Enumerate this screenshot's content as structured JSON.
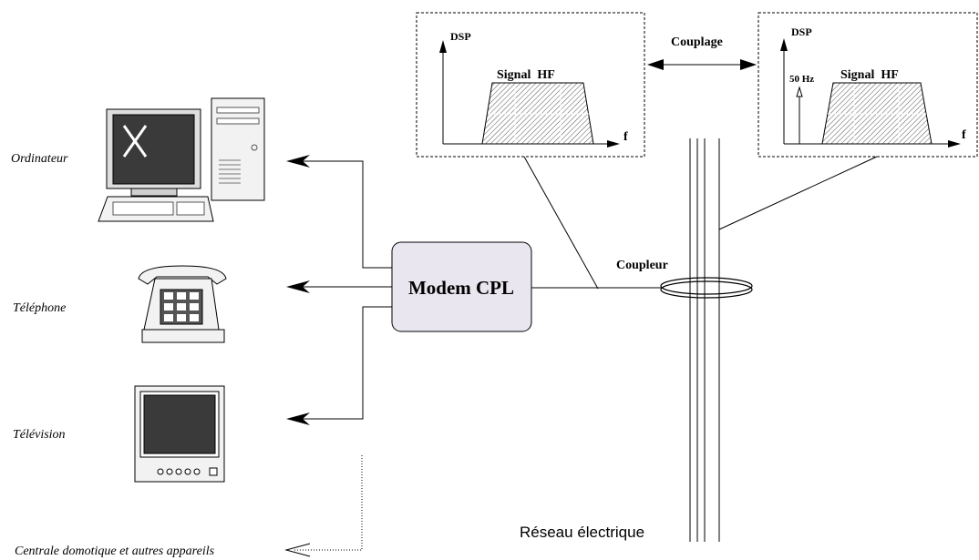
{
  "devices": {
    "computer": "Ordinateur",
    "phone": "Téléphone",
    "tv": "Télévision",
    "others": "Centrale domotique et autres appareils"
  },
  "modem_label": "Modem CPL",
  "coupler_label": "Coupleur",
  "coupling_label": "Couplage",
  "network_label": "Réseau électrique",
  "spectrum_left": {
    "axis_y": "DSP",
    "axis_x": "f",
    "signal": "Signal  HF"
  },
  "spectrum_right": {
    "axis_y": "DSP",
    "axis_x": "f",
    "signal": "Signal  HF",
    "freq_marker": "50 Hz"
  },
  "colors": {
    "modem_fill": "#eae6ef",
    "screen": "#3a3a3a",
    "device_fill": "#f2f2f2"
  }
}
